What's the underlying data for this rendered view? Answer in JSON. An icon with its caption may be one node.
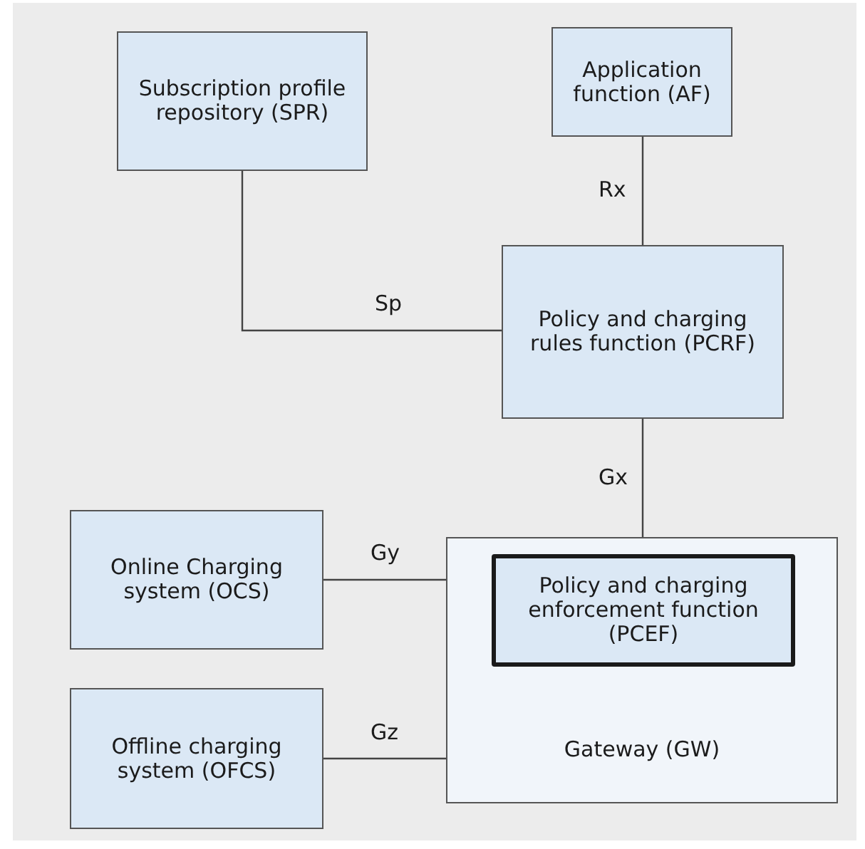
{
  "diagram": {
    "nodes": [
      {
        "text": [
          "Subscription profile repository (SPR)"
        ]
      },
      {
        "text": [
          "Application function (AF)"
        ]
      },
      {
        "text": [
          "Policy and charging rules function (PCRF)"
        ]
      },
      {
        "text": [
          "Online Charging system (OCS)"
        ]
      },
      {
        "text": [
          "Gateway (GW)"
        ]
      },
      {
        "text": [
          "Policy and charging enforcement function (PCEF)"
        ],
        "in": 4
      },
      {
        "text": [
          "Offline charging system (OFCS)"
        ]
      }
    ],
    "edges": [
      {
        "from": 0,
        "to": 2,
        "arrow": "none",
        "label": "Sp"
      },
      {
        "from": 1,
        "to": 2,
        "arrow": "none",
        "label": "Rx"
      },
      {
        "from": 2,
        "to": 4,
        "arrow": "none",
        "label": "Gx"
      },
      {
        "from": 3,
        "to": 4,
        "arrow": "none",
        "label": "Gy"
      },
      {
        "from": 6,
        "to": 4,
        "arrow": "none",
        "label": "Gz"
      }
    ]
  }
}
